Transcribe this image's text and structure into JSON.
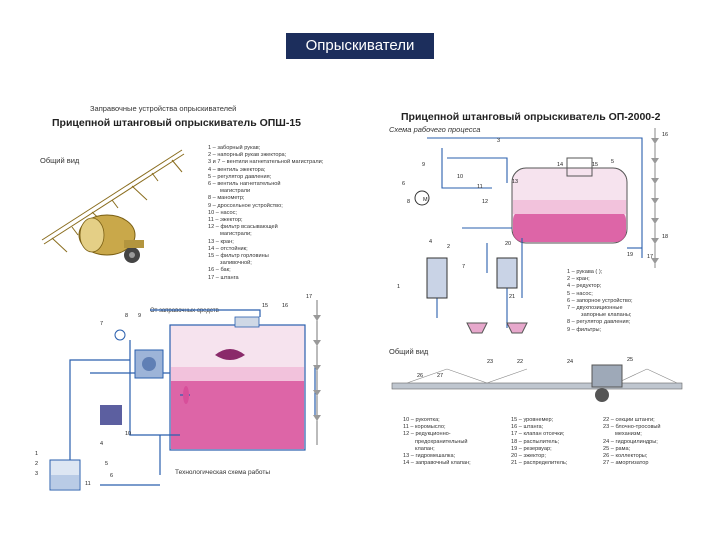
{
  "slide": {
    "title": "Опрыскиватели"
  },
  "left": {
    "header_top": "Заправочные устройства опрыскивателей",
    "title": "Прицепной штанговый опрыскиватель ОПШ-15",
    "general_view": "Общий вид",
    "legend": [
      "1 – заборный рукав;",
      "2 – напорный рукав эжектора;",
      "3 и 7 – вентили нагнетательной магистрали;",
      "4 – вентиль эжектора;",
      "5 – регулятор давления;",
      "6 – вентиль нагнетательной",
      "магистрали",
      "8 – манометр;",
      "9 – дроссельное устройство;",
      "10 – насос;",
      "11 – эжектор;",
      "12 – фильтр всасывающей",
      "магистрали;",
      "13 – кран;",
      "14 – отстойник;",
      "15 – фильтр горловины",
      "заливочной;",
      "16 – бак;",
      "17 – штанга"
    ],
    "from_filling": "От заправочных средств",
    "tech_scheme": "Технологическая схема работы",
    "nums": [
      "1",
      "2",
      "3",
      "4",
      "5",
      "6",
      "7",
      "8",
      "9",
      "10",
      "11",
      "15",
      "16",
      "17"
    ]
  },
  "right": {
    "title": "Прицепной штанговый опрыскиватель ОП-2000-2",
    "scheme": "Схема рабочего процесса",
    "general_view": "Общий вид",
    "legend_top": [
      "1 – рукава (       );",
      "2 – кран;",
      "4 – редуктор;",
      "5 – насос;",
      "6 – запорное устройство;",
      "7 – двухпозиционные",
      "запорные клапаны;",
      "8 – регулятор давления;",
      "9 – фильтры;"
    ],
    "legend_col1": [
      "10 – рукоятка;",
      "11 – коромысло;",
      "12 – редукционно-",
      "предохранительный",
      "клапан;",
      "13 – гидромешалка;",
      "14 – заправочный клапан;"
    ],
    "legend_col2": [
      "15 – уровнемер;",
      "16 – штанга;",
      "17 – клапан отсечки;",
      "18 – распылитель;",
      "19 – резервуар;",
      "20 – эжектор;",
      "21 – распределитель;"
    ],
    "legend_col3": [
      "22 – секции штанги;",
      "23 – блочно-тросовый",
      "механизм;",
      "24 – гидроцилиндры;",
      "25 – рама;",
      "26 – коллекторы;",
      "27 – амортизатор"
    ],
    "nums": [
      "1",
      "2",
      "3",
      "4",
      "5",
      "6",
      "7",
      "8",
      "9",
      "10",
      "11",
      "12",
      "13",
      "14",
      "15",
      "16",
      "17",
      "18",
      "19",
      "20",
      "21",
      "22",
      "23",
      "24",
      "25",
      "26",
      "27",
      "M"
    ]
  },
  "colors": {
    "title_bg": "#1c2e5c",
    "pipe": "#2a5fae",
    "liquid": "#d84f9a",
    "liquid_light": "#f2c2dc",
    "sprayer_gold": "#c9a84a"
  }
}
